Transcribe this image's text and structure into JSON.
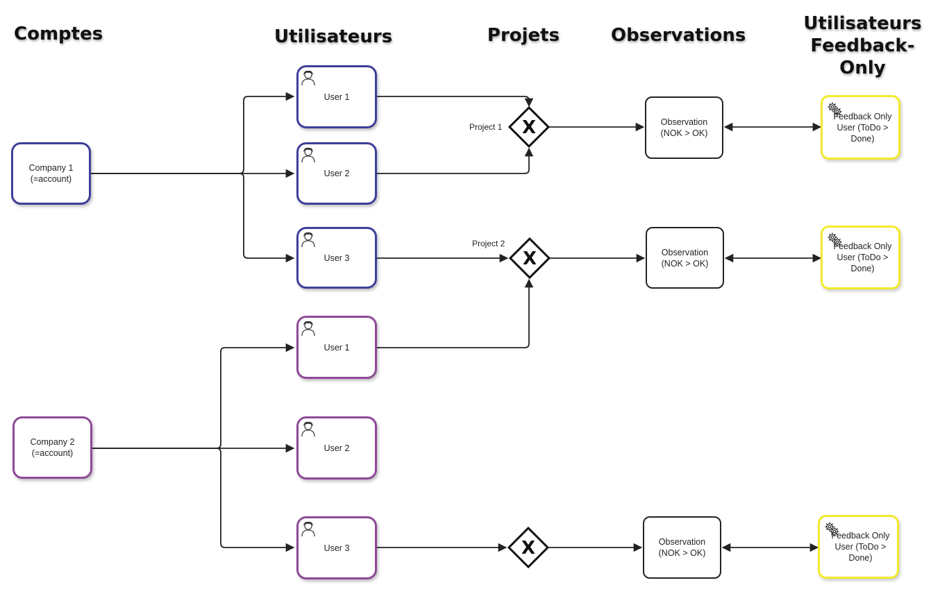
{
  "headers": {
    "comptes": "Comptes",
    "utilisateurs": "Utilisateurs",
    "projets": "Projets",
    "observations": "Observations",
    "feedback_only_line1": "Utilisateurs",
    "feedback_only_line2": "Feedback-Only"
  },
  "companies": [
    {
      "label": "Company 1\n(=account)",
      "color": "#3d3f9a"
    },
    {
      "label": "Company 2\n(=account)",
      "color": "#8e4a97"
    }
  ],
  "users": [
    {
      "label": "User 1",
      "company": "Company 1"
    },
    {
      "label": "User 2",
      "company": "Company 1"
    },
    {
      "label": "User 3",
      "company": "Company 1"
    },
    {
      "label": "User 1",
      "company": "Company 2"
    },
    {
      "label": "User 2",
      "company": "Company 2"
    },
    {
      "label": "User 3",
      "company": "Company 2"
    }
  ],
  "gateways": [
    {
      "label": "Project 1",
      "symbol": "X"
    },
    {
      "label": "Project 2",
      "symbol": "X"
    },
    {
      "label": "",
      "symbol": "X"
    }
  ],
  "observations": [
    {
      "label": "Observation\n(NOK > OK)"
    },
    {
      "label": "Observation\n(NOK > OK)"
    },
    {
      "label": "Observation\n(NOK > OK)"
    }
  ],
  "feedback_users": [
    {
      "label": "Feedback Only\nUser (ToDo >\nDone)"
    },
    {
      "label": "Feedback Only\nUser (ToDo >\nDone)"
    },
    {
      "label": "Feedback Only\nUser (ToDo >\nDone)"
    }
  ],
  "colors": {
    "company1": "#3d3f9a",
    "company2": "#8e4a97",
    "feedback": "#f2ea2a",
    "line": "#222222"
  },
  "icons": {
    "user": "user-icon",
    "feedback": "gear-icon",
    "gateway": "exclusive-gateway-x-icon"
  }
}
